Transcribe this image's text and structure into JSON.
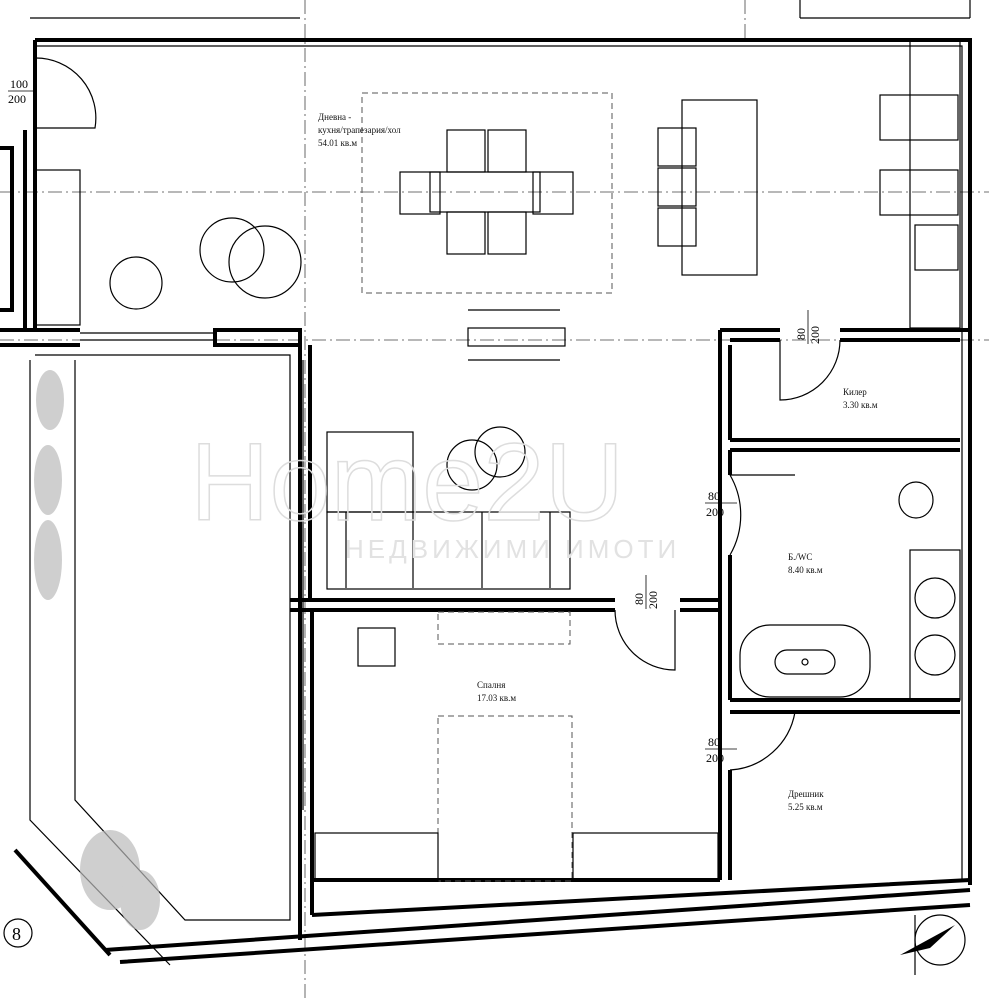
{
  "rooms": {
    "living": {
      "name_line1": "Дневна -",
      "name_line2": "кухня/трапезария/хол",
      "area": "54.01 кв.м"
    },
    "pantry": {
      "name": "Килер",
      "area": "3.30 кв.м"
    },
    "bathroom": {
      "name": "Б./WC",
      "area": "8.40 кв.м"
    },
    "bedroom": {
      "name": "Спалня",
      "area": "17.03 кв.м"
    },
    "closet": {
      "name": "Дрешник",
      "area": "5.25 кв.м"
    }
  },
  "doors": [
    {
      "width": "100",
      "height": "200"
    },
    {
      "width": "80",
      "height": "200"
    },
    {
      "width": "80",
      "height": "200"
    },
    {
      "width": "80",
      "height": "200"
    },
    {
      "width": "80",
      "height": "200"
    }
  ],
  "axis_label": "8",
  "watermark": {
    "brand": "Home2U",
    "subtitle": "НЕДВИЖИМИ ИМОТИ"
  }
}
